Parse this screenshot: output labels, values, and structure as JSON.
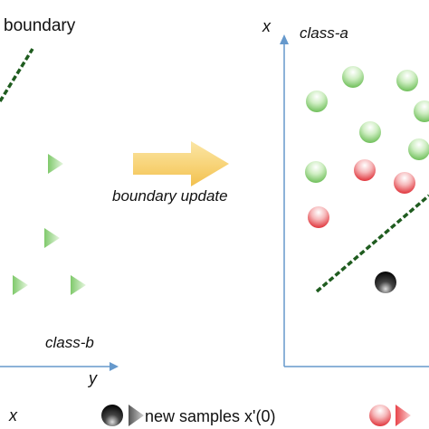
{
  "diagram": {
    "left_panel": {
      "title_fragment": "boundary",
      "class_label": "class-b",
      "y_axis_label": "y"
    },
    "arrow_caption": "boundary update",
    "right_panel": {
      "x_axis_label": "x",
      "class_label": "class-a"
    },
    "legend": {
      "left_fragment": "x",
      "new_samples_label": "new samples x'(0)"
    },
    "colors": {
      "axis": "#6699cc",
      "boundary": "#1f5c1f",
      "green_marker": "#7ecb6a",
      "red_marker": "#e8444a",
      "black_marker": "#111111",
      "arrow_fill": "#f7d878"
    }
  }
}
